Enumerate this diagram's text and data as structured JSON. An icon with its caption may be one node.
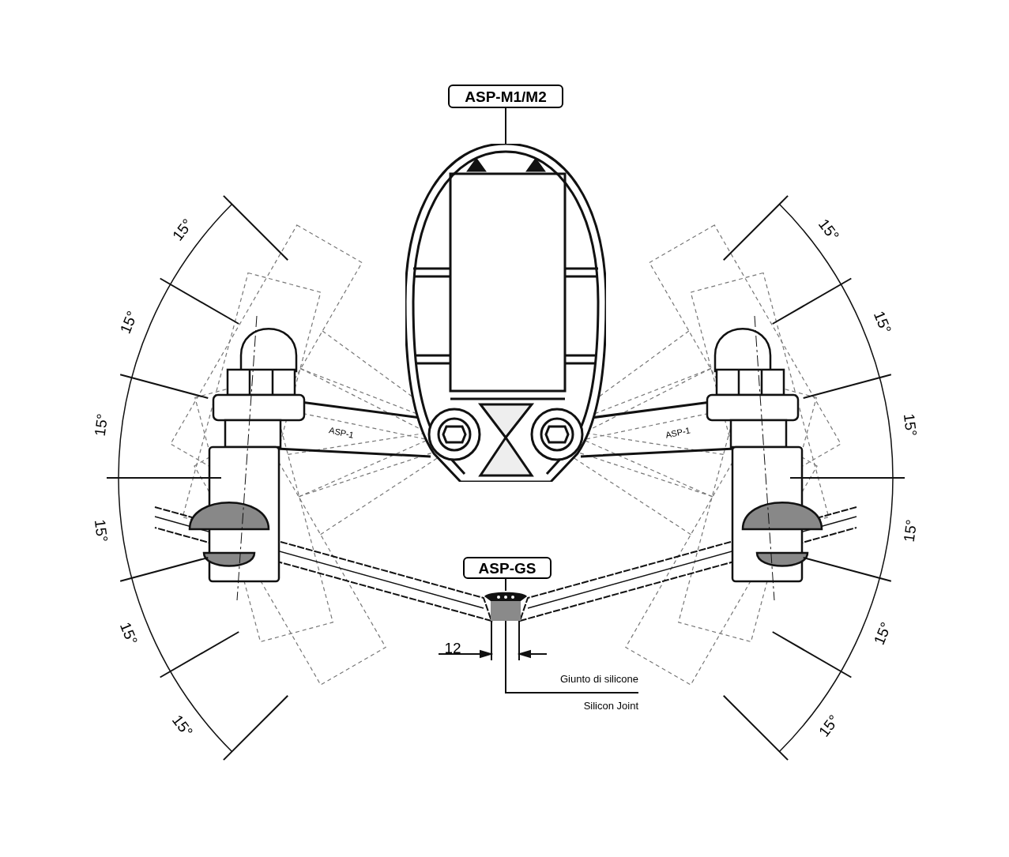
{
  "diagram": {
    "nodes": [
      {
        "text": [
          "ASP-M1/M2"
        ]
      },
      {
        "text": [],
        "shape": "picture"
      },
      {
        "text": [
          "ASP-GS"
        ]
      },
      {
        "text": [],
        "shape": "picture"
      },
      {
        "text": [],
        "shape": "box"
      },
      {
        "text": [
          "Giunto di silicone",
          "Silicon Joint"
        ]
      }
    ],
    "edges": [
      {
        "from": 0,
        "to": 1,
        "arrow": "none"
      },
      {
        "from": 2,
        "to": 3,
        "arrow": "none"
      },
      {
        "from": 5,
        "to": 4,
        "arrow": "none"
      }
    ],
    "labels": [
      "15°",
      "15°",
      "15°",
      "15°",
      "15°",
      "15°",
      "15°",
      "15°",
      "15°",
      "15°",
      "15°",
      "15°",
      "ASP-1",
      "ASP-1",
      "12"
    ]
  }
}
